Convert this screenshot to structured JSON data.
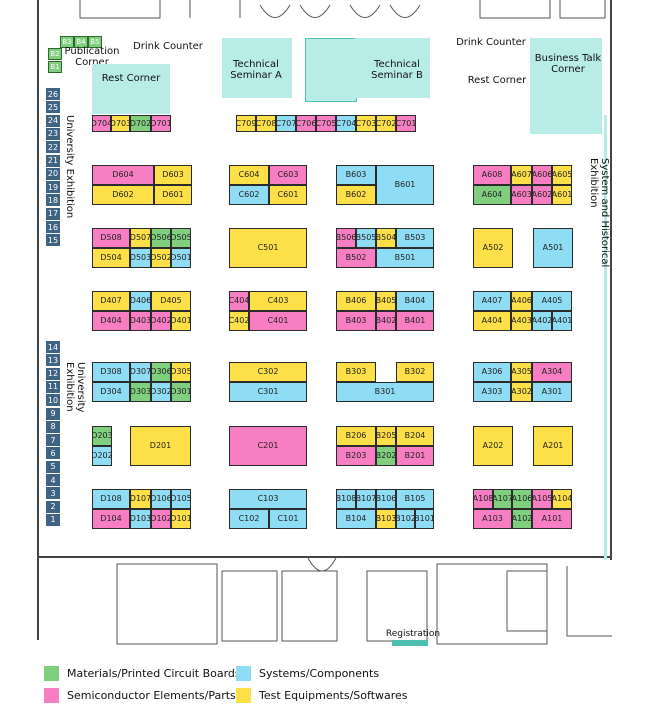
{
  "labels": {
    "publication_corner": "Publication Corner",
    "drink_counter_left": "Drink Counter",
    "drink_counter_right": "Drink Counter",
    "rest_corner_left": "Rest Corner",
    "rest_corner_right": "Rest Corner",
    "tech_seminar_a": "Technical Seminar A",
    "tech_seminar_b": "Technical Seminar B",
    "business_talk": "Business Talk Corner",
    "university_exhibition_top": "University Exhibition",
    "university_exhibition_bottom": "University Exhibition",
    "system_historical": "System and Historical Exhibition",
    "registration": "Registration"
  },
  "small_booths": [
    "B3",
    "B4",
    "B5",
    "B2",
    "B1"
  ],
  "university_numbers_top": [
    "26",
    "25",
    "24",
    "23",
    "22",
    "21",
    "20",
    "19",
    "18",
    "17",
    "16",
    "15"
  ],
  "university_numbers_bottom": [
    "14",
    "13",
    "12",
    "11",
    "10",
    "9",
    "8",
    "7",
    "6",
    "5",
    "4",
    "3",
    "2",
    "1"
  ],
  "booths": {
    "D704": "D704",
    "D703": "D703",
    "D702": "D702",
    "D701": "D701",
    "C709": "C709",
    "C708": "C708",
    "C707": "C707",
    "C706": "C706",
    "C705": "C705",
    "C704": "C704",
    "C703": "C703",
    "C702": "C702",
    "C701": "C701",
    "D604": "D604",
    "D603": "D603",
    "D602": "D602",
    "D601": "D601",
    "C604": "C604",
    "C603": "C603",
    "C602": "C602",
    "C601": "C601",
    "B603": "B603",
    "B602": "B602",
    "B601": "B601",
    "A608": "A608",
    "A607": "A607",
    "A606": "A606",
    "A605": "A605",
    "A604": "A604",
    "A603": "A603",
    "A602": "A602",
    "A601": "A601",
    "D508": "D508",
    "D507": "D507",
    "D506": "D506",
    "D505": "D505",
    "D504": "D504",
    "D503": "D503",
    "D502": "D502",
    "D501": "D501",
    "C501": "C501",
    "B506": "B506",
    "B505": "B505",
    "B504": "B504",
    "B503": "B503",
    "B502": "B502",
    "B501": "B501",
    "A502": "A502",
    "A501": "A501",
    "D407": "D407",
    "D406": "D406",
    "D405": "D405",
    "D404": "D404",
    "D403": "D403",
    "D402": "D402",
    "D401": "D401",
    "C404": "C404",
    "C403": "C403",
    "C402": "C402",
    "C401": "C401",
    "B406": "B406",
    "B405": "B405",
    "B404": "B404",
    "B403": "B403",
    "B402": "B402",
    "B401": "B401",
    "A407": "A407",
    "A406": "A406",
    "A405": "A405",
    "A404": "A404",
    "A403": "A403",
    "A402": "A402",
    "A401": "A401",
    "D308": "D308",
    "D307": "D307",
    "D306": "D306",
    "D305": "D305",
    "D304": "D304",
    "D303": "D303",
    "D302": "D302",
    "D301": "D301",
    "C302": "C302",
    "C301": "C301",
    "B303": "B303",
    "B302": "B302",
    "B301": "B301",
    "A306": "A306",
    "A305": "A305",
    "A304": "A304",
    "A303": "A303",
    "A302": "A302",
    "A301": "A301",
    "D203": "D203",
    "D202": "D202",
    "D201": "D201",
    "C201": "C201",
    "B206": "B206",
    "B205": "B205",
    "B204": "B204",
    "B203": "B203",
    "B202": "B202",
    "B201": "B201",
    "A202": "A202",
    "A201": "A201",
    "D108": "D108",
    "D107": "D107",
    "D106": "D106",
    "D105": "D105",
    "D104": "D104",
    "D103": "D103",
    "D102": "D102",
    "D101": "D101",
    "C103": "C103",
    "C102": "C102",
    "C101": "C101",
    "B108": "B108",
    "B107": "B107",
    "B106": "B106",
    "B105": "B105",
    "B104": "B104",
    "B103": "B103",
    "B102": "B102",
    "B101": "B101",
    "A108": "A108",
    "A107": "A107",
    "A106": "A106",
    "A105": "A105",
    "A104": "A104",
    "A103": "A103",
    "A102": "A102",
    "A101": "A101"
  },
  "legend": [
    {
      "label": "Materials/Printed Circuit Boards",
      "color": "#7fcf7f"
    },
    {
      "label": "Systems/Components",
      "color": "#8fdcf5"
    },
    {
      "label": "Semiconductor Elements/Parts",
      "color": "#f77ec2"
    },
    {
      "label": "Test Equipments/Softwares",
      "color": "#fde047"
    }
  ]
}
